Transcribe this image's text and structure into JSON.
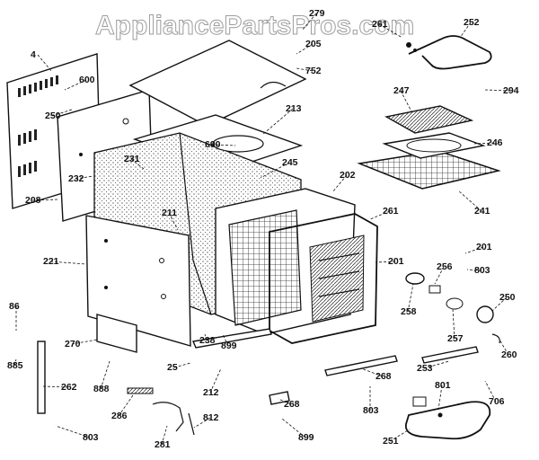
{
  "watermark": "AppliancePartsPros.com",
  "callouts": [
    {
      "id": "c4",
      "text": "4"
    },
    {
      "id": "c600",
      "text": "600"
    },
    {
      "id": "c250a",
      "text": "250"
    },
    {
      "id": "c208",
      "text": "208"
    },
    {
      "id": "c232",
      "text": "232"
    },
    {
      "id": "c231",
      "text": "231"
    },
    {
      "id": "c211",
      "text": "211"
    },
    {
      "id": "c221",
      "text": "221"
    },
    {
      "id": "c279",
      "text": "279"
    },
    {
      "id": "c205",
      "text": "205"
    },
    {
      "id": "c752",
      "text": "752"
    },
    {
      "id": "c213",
      "text": "213"
    },
    {
      "id": "c690",
      "text": "690"
    },
    {
      "id": "c245",
      "text": "245"
    },
    {
      "id": "c202",
      "text": "202"
    },
    {
      "id": "c261a",
      "text": "261"
    },
    {
      "id": "c252",
      "text": "252"
    },
    {
      "id": "c294",
      "text": "294"
    },
    {
      "id": "c247",
      "text": "247"
    },
    {
      "id": "c246",
      "text": "246"
    },
    {
      "id": "c241",
      "text": "241"
    },
    {
      "id": "c261b",
      "text": "261"
    },
    {
      "id": "c201a",
      "text": "201"
    },
    {
      "id": "c201b",
      "text": "201"
    },
    {
      "id": "c803a",
      "text": "803"
    },
    {
      "id": "c256",
      "text": "256"
    },
    {
      "id": "c250b",
      "text": "250"
    },
    {
      "id": "c258",
      "text": "258"
    },
    {
      "id": "c257",
      "text": "257"
    },
    {
      "id": "c260",
      "text": "260"
    },
    {
      "id": "c86",
      "text": "86"
    },
    {
      "id": "c885",
      "text": "885"
    },
    {
      "id": "c262",
      "text": "262"
    },
    {
      "id": "c270",
      "text": "270"
    },
    {
      "id": "c238",
      "text": "238"
    },
    {
      "id": "c899a",
      "text": "899"
    },
    {
      "id": "c25",
      "text": "25"
    },
    {
      "id": "c888",
      "text": "888"
    },
    {
      "id": "c212",
      "text": "212"
    },
    {
      "id": "c286",
      "text": "286"
    },
    {
      "id": "c281",
      "text": "281"
    },
    {
      "id": "c812",
      "text": "812"
    },
    {
      "id": "c803b",
      "text": "803"
    },
    {
      "id": "c268a",
      "text": "268"
    },
    {
      "id": "c268b",
      "text": "268"
    },
    {
      "id": "c899b",
      "text": "899"
    },
    {
      "id": "c803c",
      "text": "803"
    },
    {
      "id": "c253",
      "text": "253"
    },
    {
      "id": "c706",
      "text": "706"
    },
    {
      "id": "c801",
      "text": "801"
    },
    {
      "id": "c251",
      "text": "251"
    }
  ]
}
